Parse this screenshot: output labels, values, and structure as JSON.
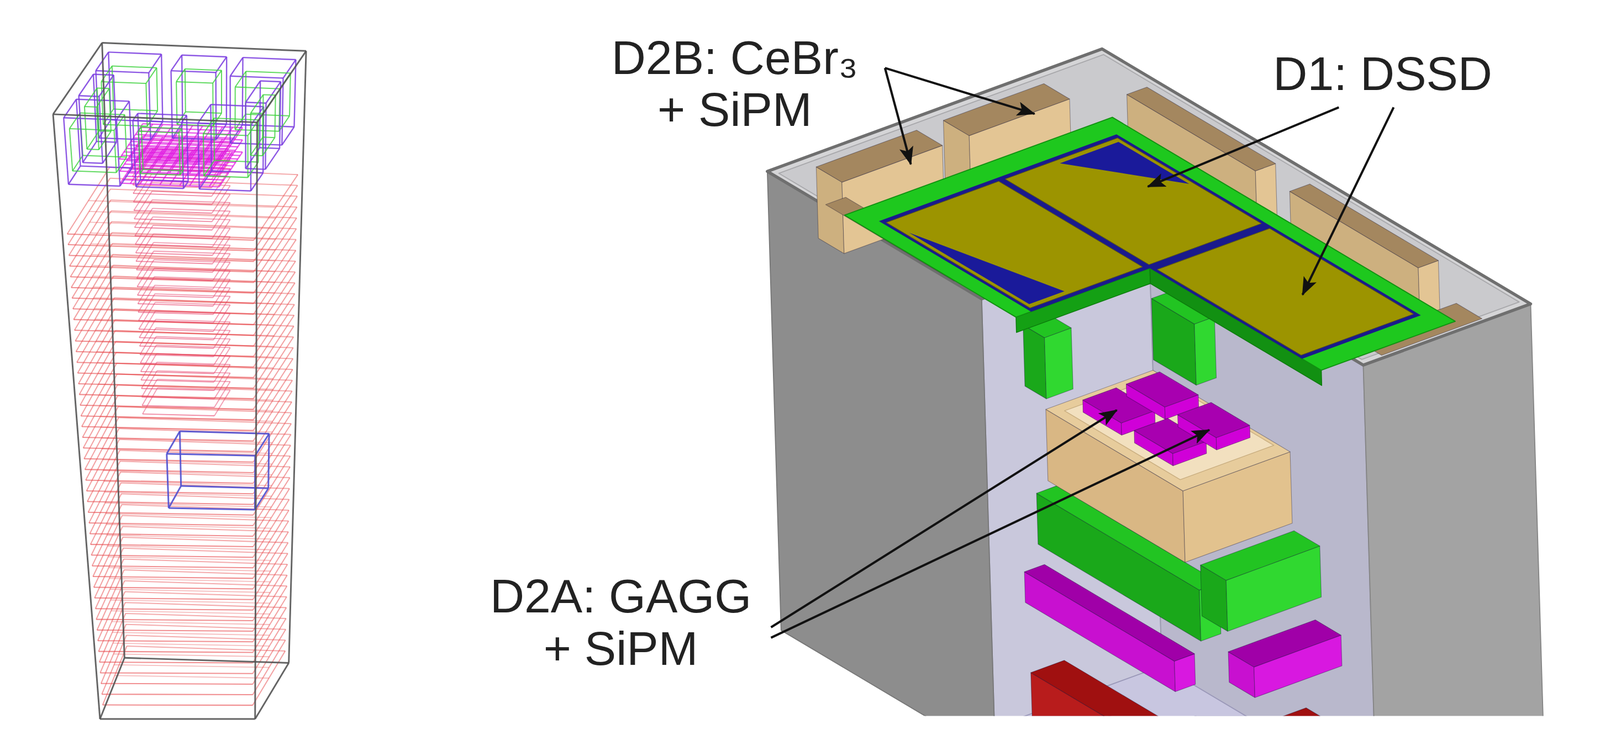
{
  "diagram": {
    "labels": [
      "D2B: CeBr₃ + SiPM",
      "D1: DSSD",
      "D2A: GAGG + SiPM"
    ]
  }
}
